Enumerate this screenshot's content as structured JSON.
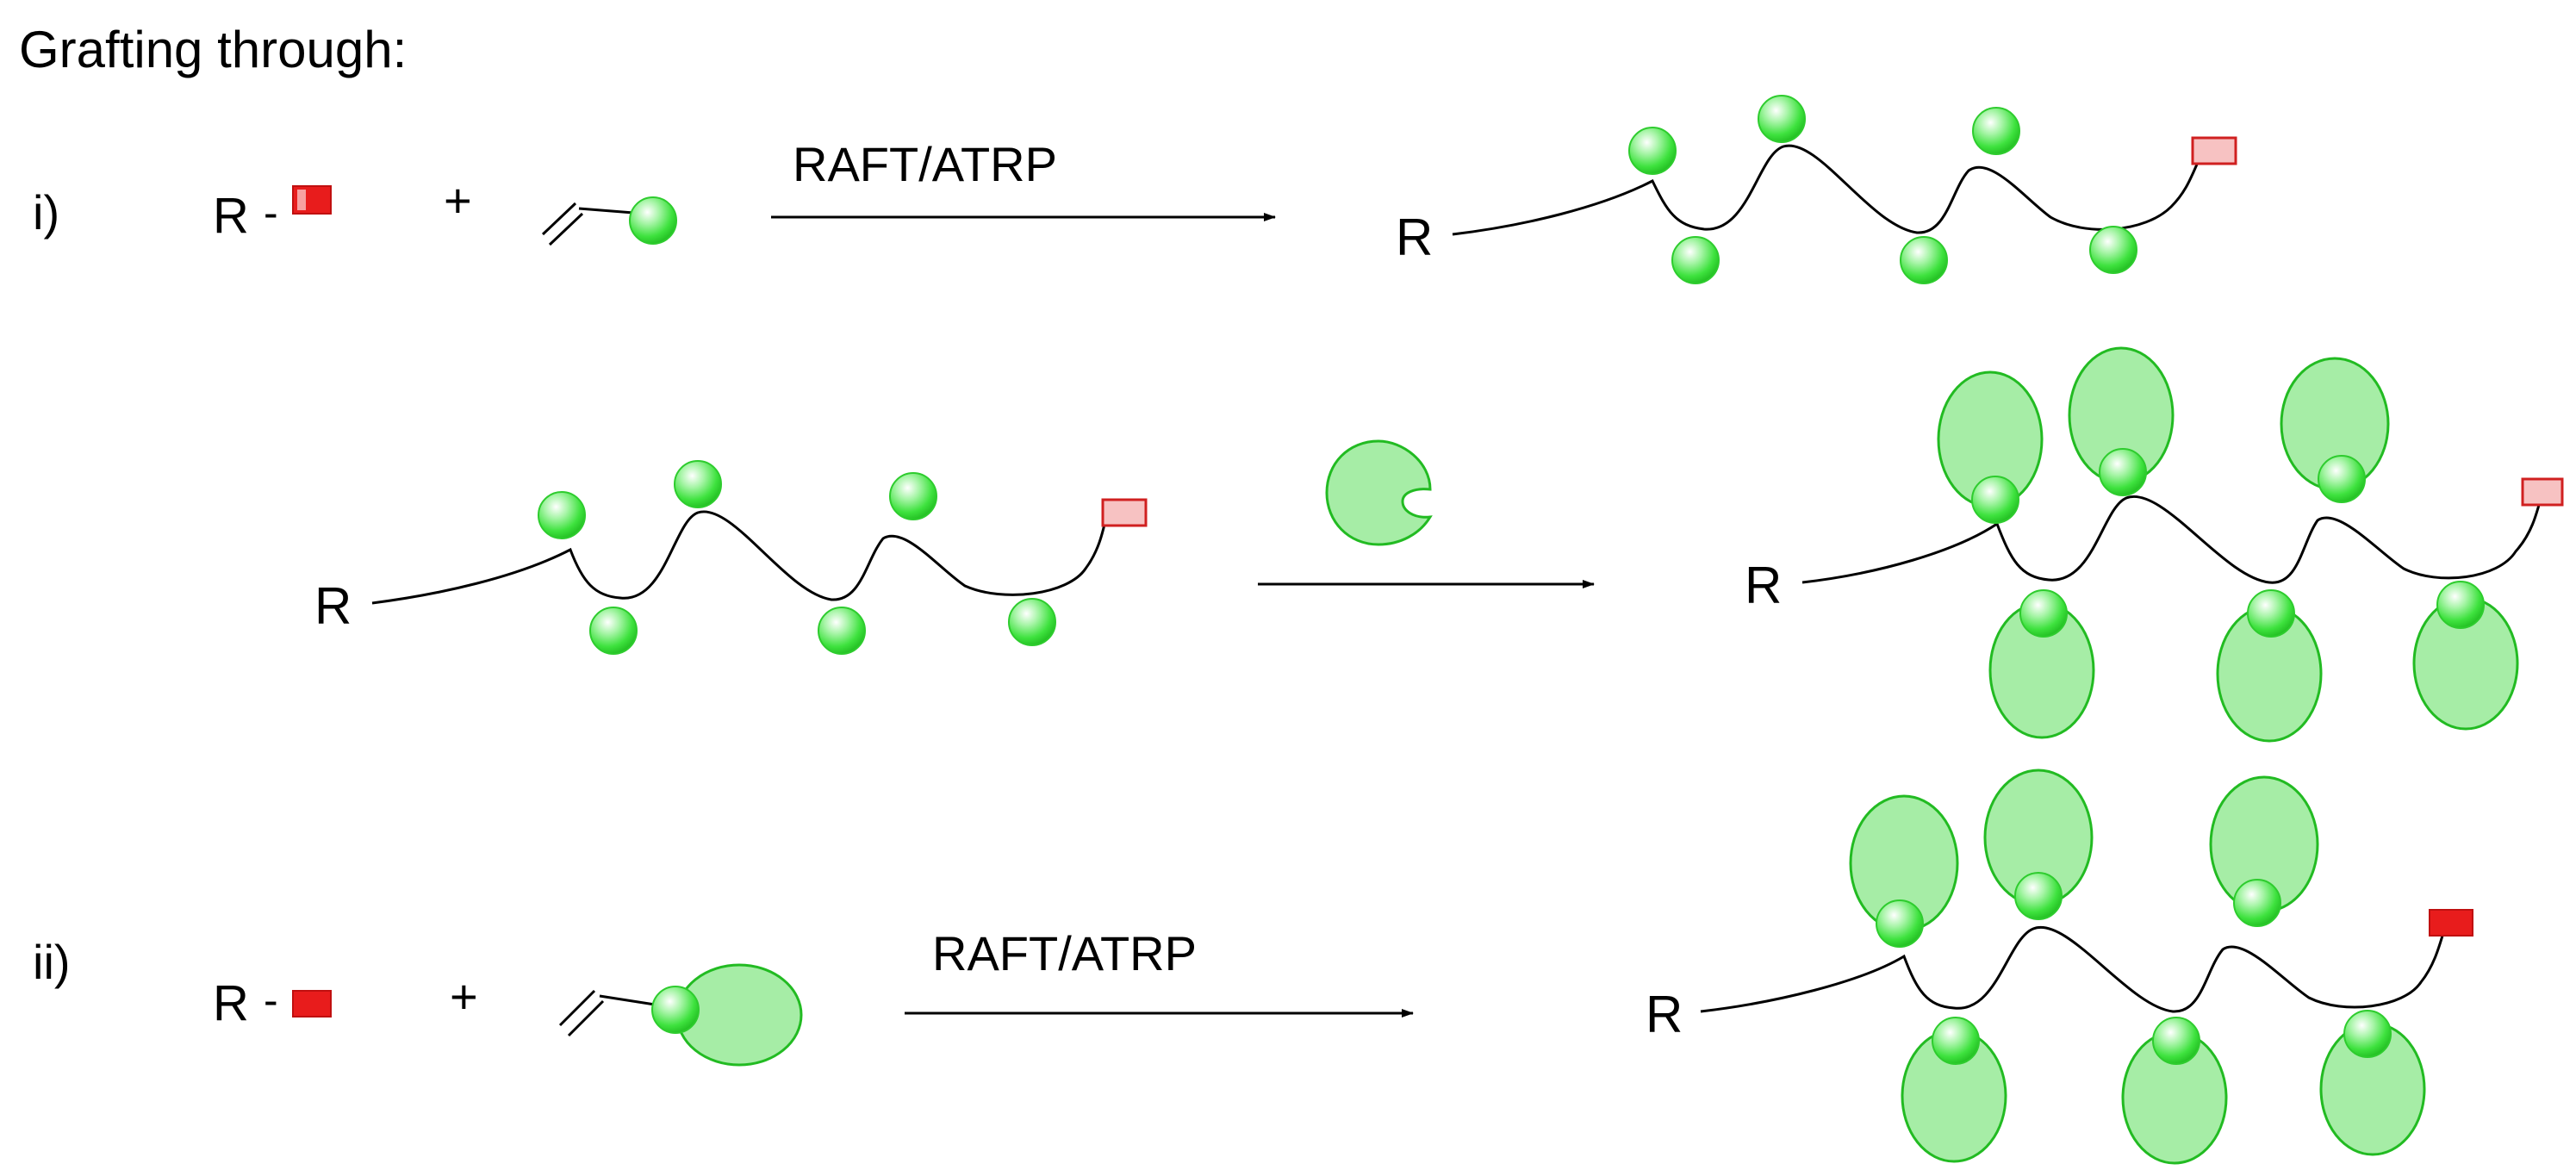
{
  "title": "Grafting through:",
  "scheme_i": {
    "label": "i)",
    "initiator_r": "R",
    "initiator_dash": "-",
    "plus": "+",
    "reagent_label": "RAFT/ATRP",
    "product_r": "R"
  },
  "scheme_i_step2": {
    "start_r": "R",
    "product_r": "R"
  },
  "scheme_ii": {
    "label": "ii)",
    "initiator_r": "R",
    "initiator_dash": "-",
    "plus": "+",
    "reagent_label": "RAFT/ATRP",
    "product_r": "R"
  },
  "colors": {
    "bead_fill": "#3ee23e",
    "bead_highlight": "#ffffff",
    "protein_fill": "#a6eda6",
    "protein_stroke": "#22bb22",
    "end_group_red": "#e81c1c",
    "end_group_light": "#f7c2c2",
    "chain": "#000000"
  }
}
